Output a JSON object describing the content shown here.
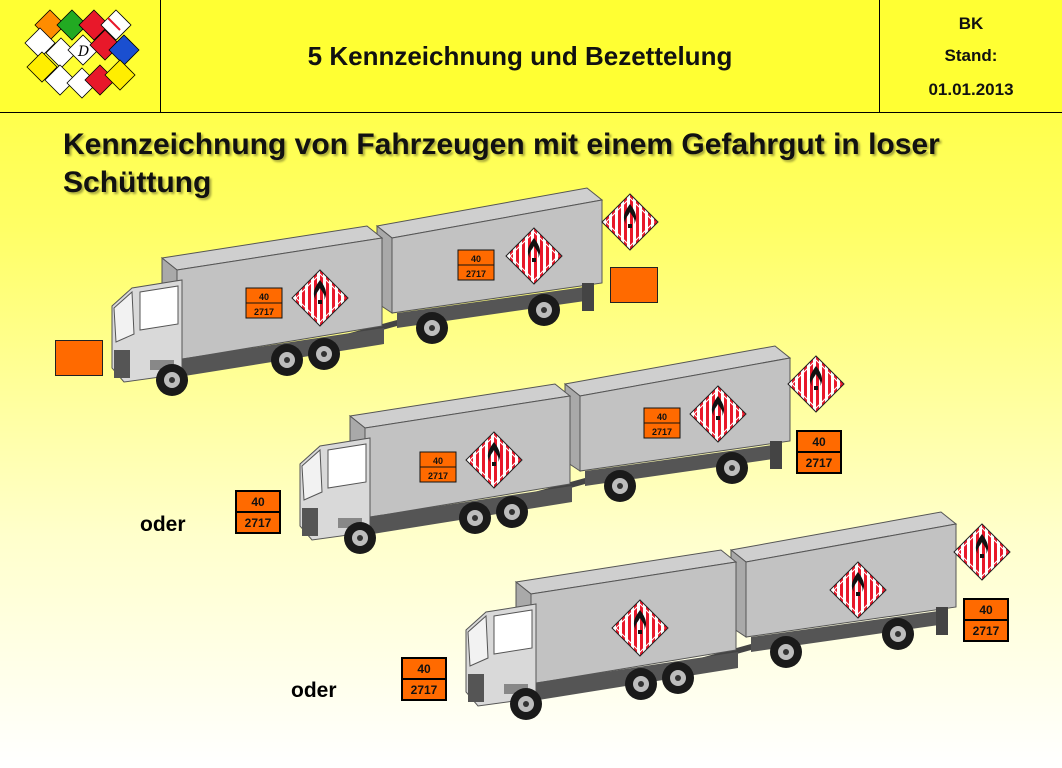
{
  "header": {
    "title": "5 Kennzeichnung und Bezettelung",
    "author": "BK",
    "stand_label": "Stand:",
    "stand_date": "01.01.2013"
  },
  "heading": "Kennzeichnung von Fahrzeugen mit einem Gefahrgut in loser Schüttung",
  "separator_label": "oder",
  "plate": {
    "hazard_number": "40",
    "un_number": "2717"
  },
  "icons": {
    "logo": "dangerous-goods-labels-logo",
    "placard": "class-4-1-flammable-solid-placard",
    "vehicle": "truck-with-trailer"
  },
  "colors": {
    "background": "#ffff33",
    "orange_plate": "#ff6a00",
    "placard_red": "#e8182a"
  }
}
